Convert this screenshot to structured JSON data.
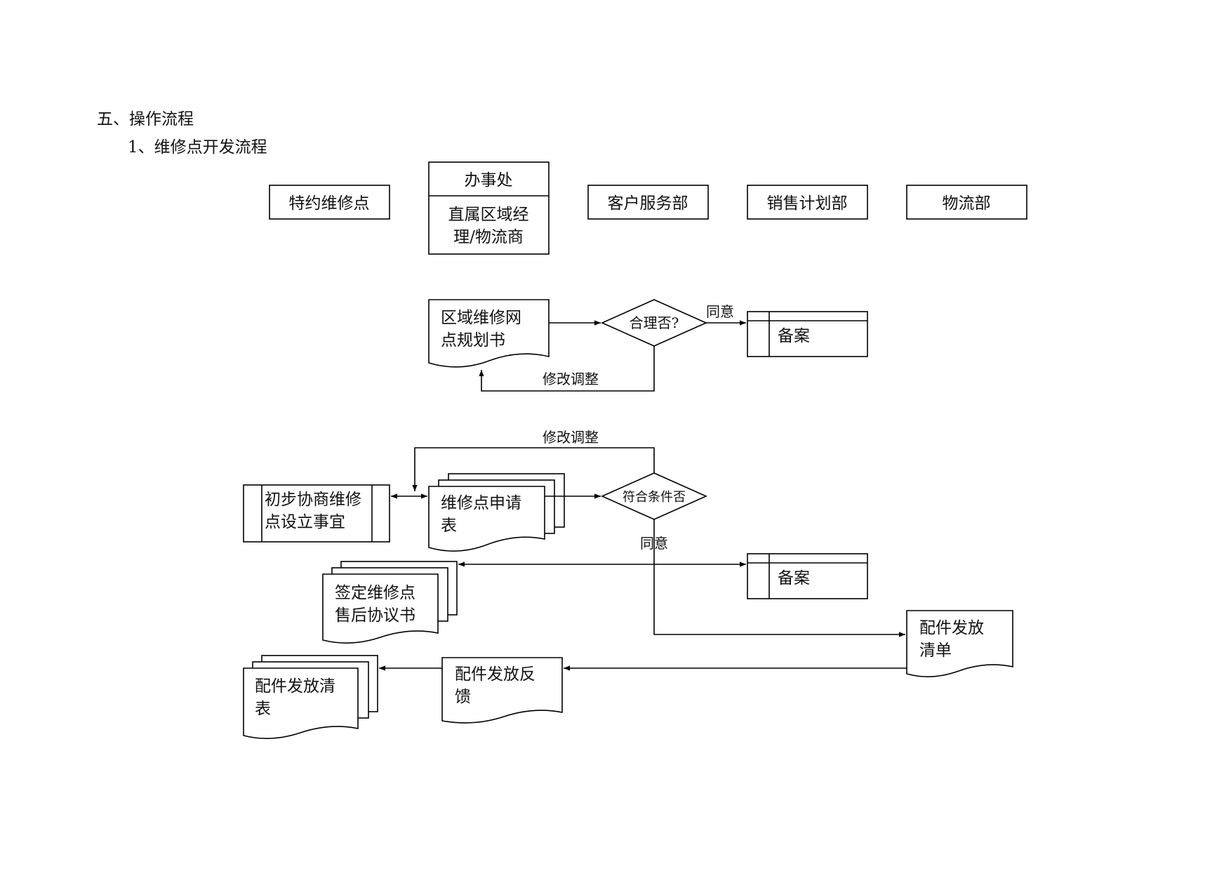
{
  "headings": {
    "section": "五、操作流程",
    "subsection": "1、维修点开发流程"
  },
  "lanes": {
    "special_repair": "特约维修点",
    "office_title": "办事处",
    "office_line1": "直属区域经",
    "office_line2": "理/物流商",
    "customer_service": "客户服务部",
    "sales_planning": "销售计划部",
    "logistics": "物流部"
  },
  "nodes": {
    "plan_doc_line1": "区域维修网",
    "plan_doc_line2": "点规划书",
    "reasonable": "合理否?",
    "record1": "备案",
    "negotiate_line1": "初步协商维修",
    "negotiate_line2": "点设立事宜",
    "application_line1": "维修点申请",
    "application_line2": "表",
    "meets": "符合条件否",
    "agreement_line1": "签定维修点",
    "agreement_line2": "售后协议书",
    "record2": "备案",
    "parts_list_line1": "配件发放",
    "parts_list_line2": "清单",
    "parts_feedback_line1": "配件发放反",
    "parts_feedback_line2": "馈",
    "parts_table_line1": "配件发放清",
    "parts_table_line2": "表"
  },
  "labels": {
    "agree1": "同意",
    "adjust1": "修改调整",
    "adjust2": "修改调整",
    "agree2": "同意"
  }
}
